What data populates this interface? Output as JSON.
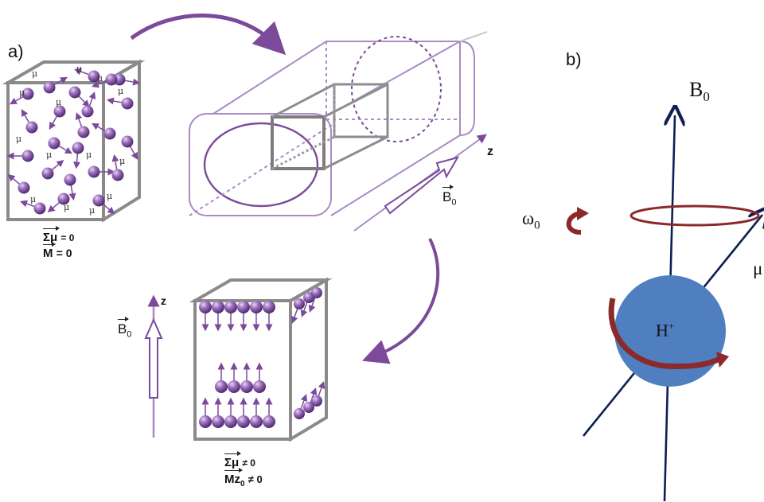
{
  "panel_a": {
    "label": "a)",
    "top_left_box": {
      "sum_mu": "Σμ",
      "sum_mu_value": "= 0",
      "magnetization": "M",
      "magnetization_value": "= 0",
      "moment_label": "μ"
    },
    "scanner": {
      "axis_label": "z",
      "field_label": "B",
      "field_subscript": "0"
    },
    "bottom_box": {
      "axis_label": "z",
      "field_label": "B",
      "field_subscript": "0",
      "sum_mu": "Σμ",
      "sum_mu_value": "≠ 0",
      "magnetization": "Mz",
      "magnetization_subscript": "0",
      "magnetization_value": "≠ 0"
    },
    "colors": {
      "purple": "#7b4a9a",
      "light_purple": "#a98bc4",
      "gray": "#8a8a8a"
    }
  },
  "panel_b": {
    "label": "b)",
    "field_label": "B",
    "field_subscript": "0",
    "frequency_label": "ω",
    "frequency_subscript": "0",
    "moment_label": "μ",
    "nucleus_label": "H",
    "nucleus_charge": "+",
    "colors": {
      "sphere": "#4f7fc0",
      "arrow": "#0d1f55",
      "rotation": "#8b2a2a"
    }
  }
}
